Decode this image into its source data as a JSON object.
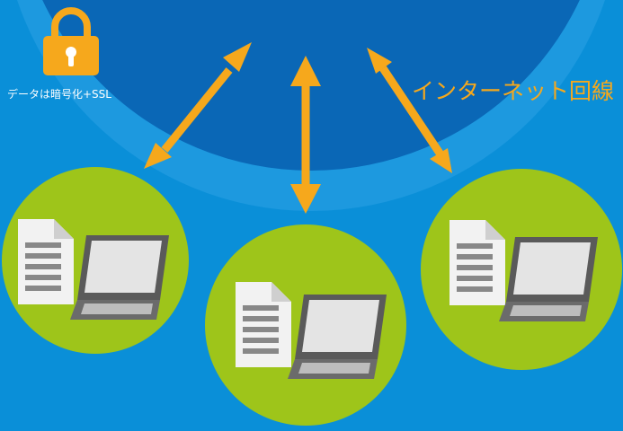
{
  "lock": {
    "caption": "データは暗号化+SSL",
    "icon": "padlock-icon"
  },
  "network": {
    "label": "インターネット回線"
  },
  "clients": [
    {
      "name": "client-left",
      "icons": [
        "document-icon",
        "laptop-icon"
      ]
    },
    {
      "name": "client-center",
      "icons": [
        "document-icon",
        "laptop-icon"
      ]
    },
    {
      "name": "client-right",
      "icons": [
        "document-icon",
        "laptop-icon"
      ]
    }
  ],
  "colors": {
    "background": "#0a8fd8",
    "cloud": "#0a67b6",
    "cloud_ring": "#2ea3e6",
    "client_circle": "#9ec51a",
    "arrow": "#f6a81c",
    "lock": "#f6a81c",
    "document": "#f2f2f2",
    "laptop": "#5a5a5a"
  }
}
